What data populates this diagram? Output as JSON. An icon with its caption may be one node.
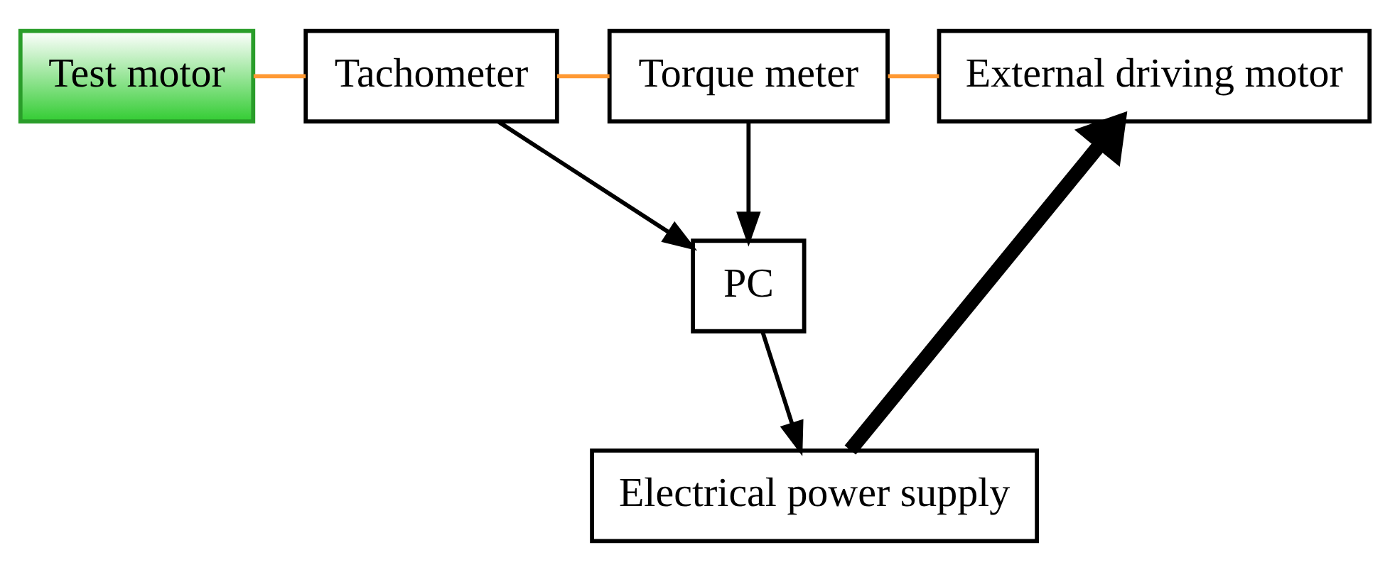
{
  "diagram": {
    "nodes": [
      {
        "text": [
          "Test motor"
        ]
      },
      {
        "text": [
          "Tachometer"
        ]
      },
      {
        "text": [
          "Torque meter"
        ]
      },
      {
        "text": [
          "External driving motor"
        ]
      },
      {
        "text": [
          "PC"
        ]
      },
      {
        "text": [
          "Electrical power supply"
        ]
      }
    ],
    "edges": [
      {
        "from": 0,
        "to": 1,
        "arrow": "none",
        "color": "#ff9933"
      },
      {
        "from": 1,
        "to": 2,
        "arrow": "none",
        "color": "#ff9933"
      },
      {
        "from": 2,
        "to": 3,
        "arrow": "none",
        "color": "#ff9933"
      },
      {
        "from": 1,
        "to": 4,
        "arrow": "to"
      },
      {
        "from": 2,
        "to": 4,
        "arrow": "to"
      },
      {
        "from": 4,
        "to": 5,
        "arrow": "to"
      },
      {
        "from": 5,
        "to": 3,
        "arrow": "to",
        "style": "thick"
      }
    ]
  }
}
